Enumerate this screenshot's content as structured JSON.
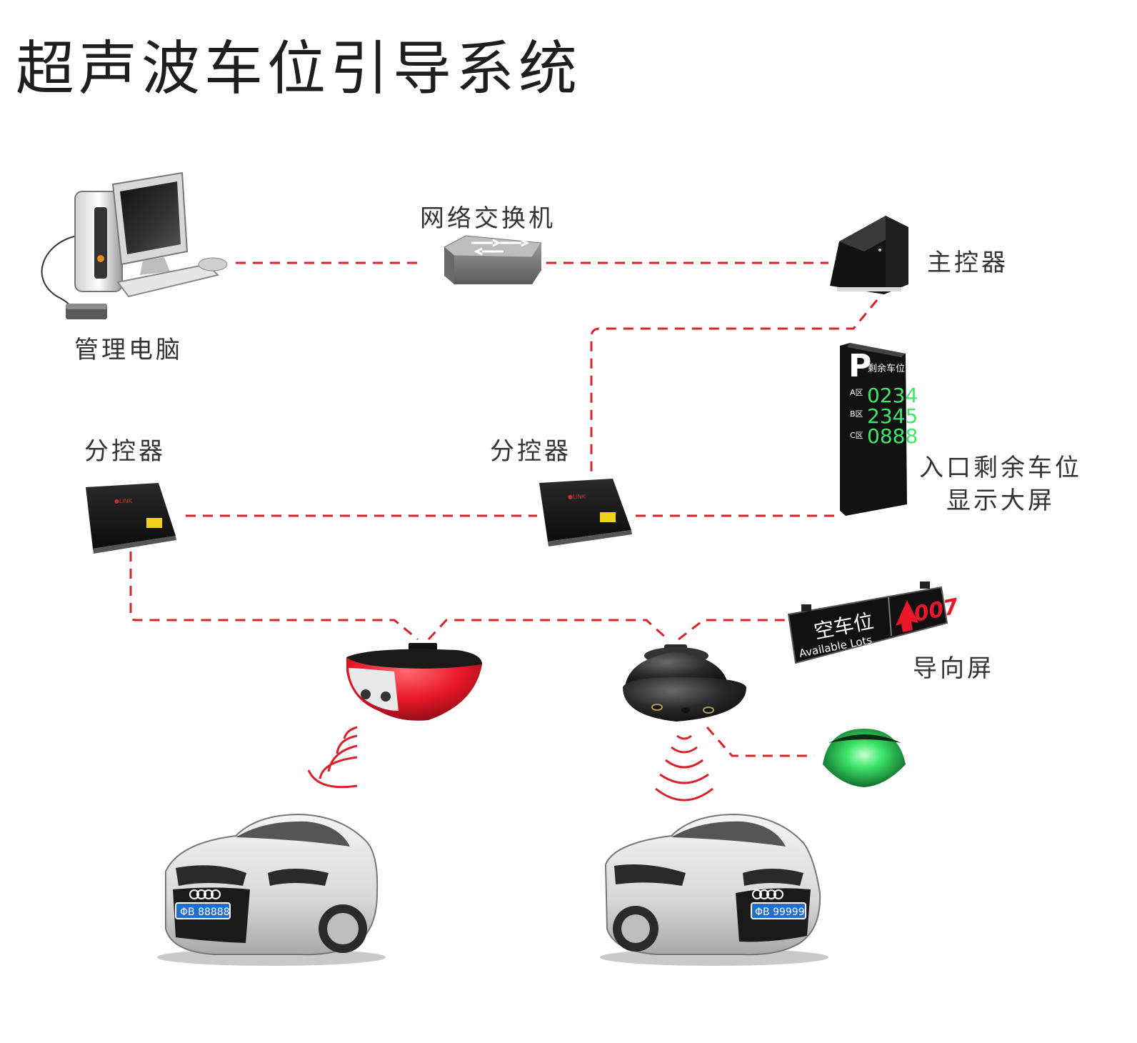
{
  "title": "超声波车位引导系统",
  "labels": {
    "pc": "管理电脑",
    "switch": "网络交换机",
    "master": "主控器",
    "sub1": "分控器",
    "sub2": "分控器",
    "entrance_line1": "入口剩余车位",
    "entrance_line2": "显示大屏",
    "guide": "导向屏"
  },
  "entrance_screen": {
    "header": "剩余车位",
    "rows": [
      {
        "zone": "A区",
        "value": "0234"
      },
      {
        "zone": "B区",
        "value": "2345"
      },
      {
        "zone": "C区",
        "value": "0888"
      }
    ]
  },
  "guide_screen": {
    "text_cn": "空车位",
    "text_en": "Available Lots",
    "count": "007"
  },
  "plates": {
    "car1": "ΦB 88888",
    "car2": "ΦB 99999"
  },
  "colors": {
    "line": "#d9232a",
    "led_green": "#3ee86b",
    "sensor_red": "#e8172a",
    "indicator_green": "#22c24a"
  }
}
